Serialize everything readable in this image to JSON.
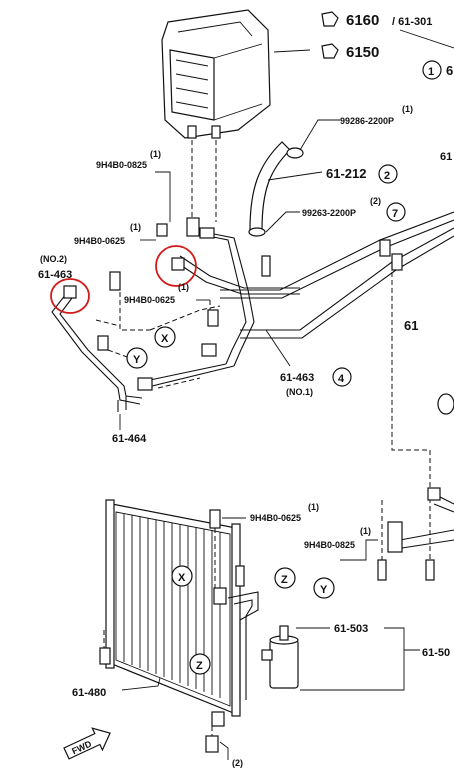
{
  "labels": {
    "ref_6160": "6160",
    "ref_61_301": "/ 61-301",
    "ref_6150": "6150",
    "ref_6150_cut": "6",
    "ref_61_right_cut": "61",
    "ref_614_cut": "61",
    "q_99286": "(1)",
    "p_99286": "99286-2200P",
    "q_0825_top": "(1)",
    "p_0825_top": "9H4B0-0825",
    "p_61_212": "61-212",
    "n_61_212": "2",
    "q_99263": "(2)",
    "p_99263": "99263-2200P",
    "n_99263": "7",
    "q_0625_a": "(1)",
    "p_0625_a": "9H4B0-0625",
    "no2": "(NO.2)",
    "p_61_463_left": "61-463",
    "q_0625_b": "(1)",
    "p_0625_b": "9H4B0-0625",
    "x_upper": "X",
    "y_upper": "Y",
    "p_61_463": "61-463",
    "n_61_463": "4",
    "no1": "(NO.1)",
    "p_61_464": "61-464",
    "q_0625_c": "(1)",
    "p_0625_c": "9H4B0-0625",
    "q_0825_b": "(1)",
    "p_0825_b": "9H4B0-0825",
    "x_lower": "X",
    "z_lower": "Z",
    "y_lower": "Y",
    "p_61_503": "61-503",
    "p_61_50_cut": "61-50",
    "z_cond": "Z",
    "p_61_480": "61-480",
    "fwd": "FWD",
    "q_bottom": "(2)",
    "n_1_right": "1"
  }
}
